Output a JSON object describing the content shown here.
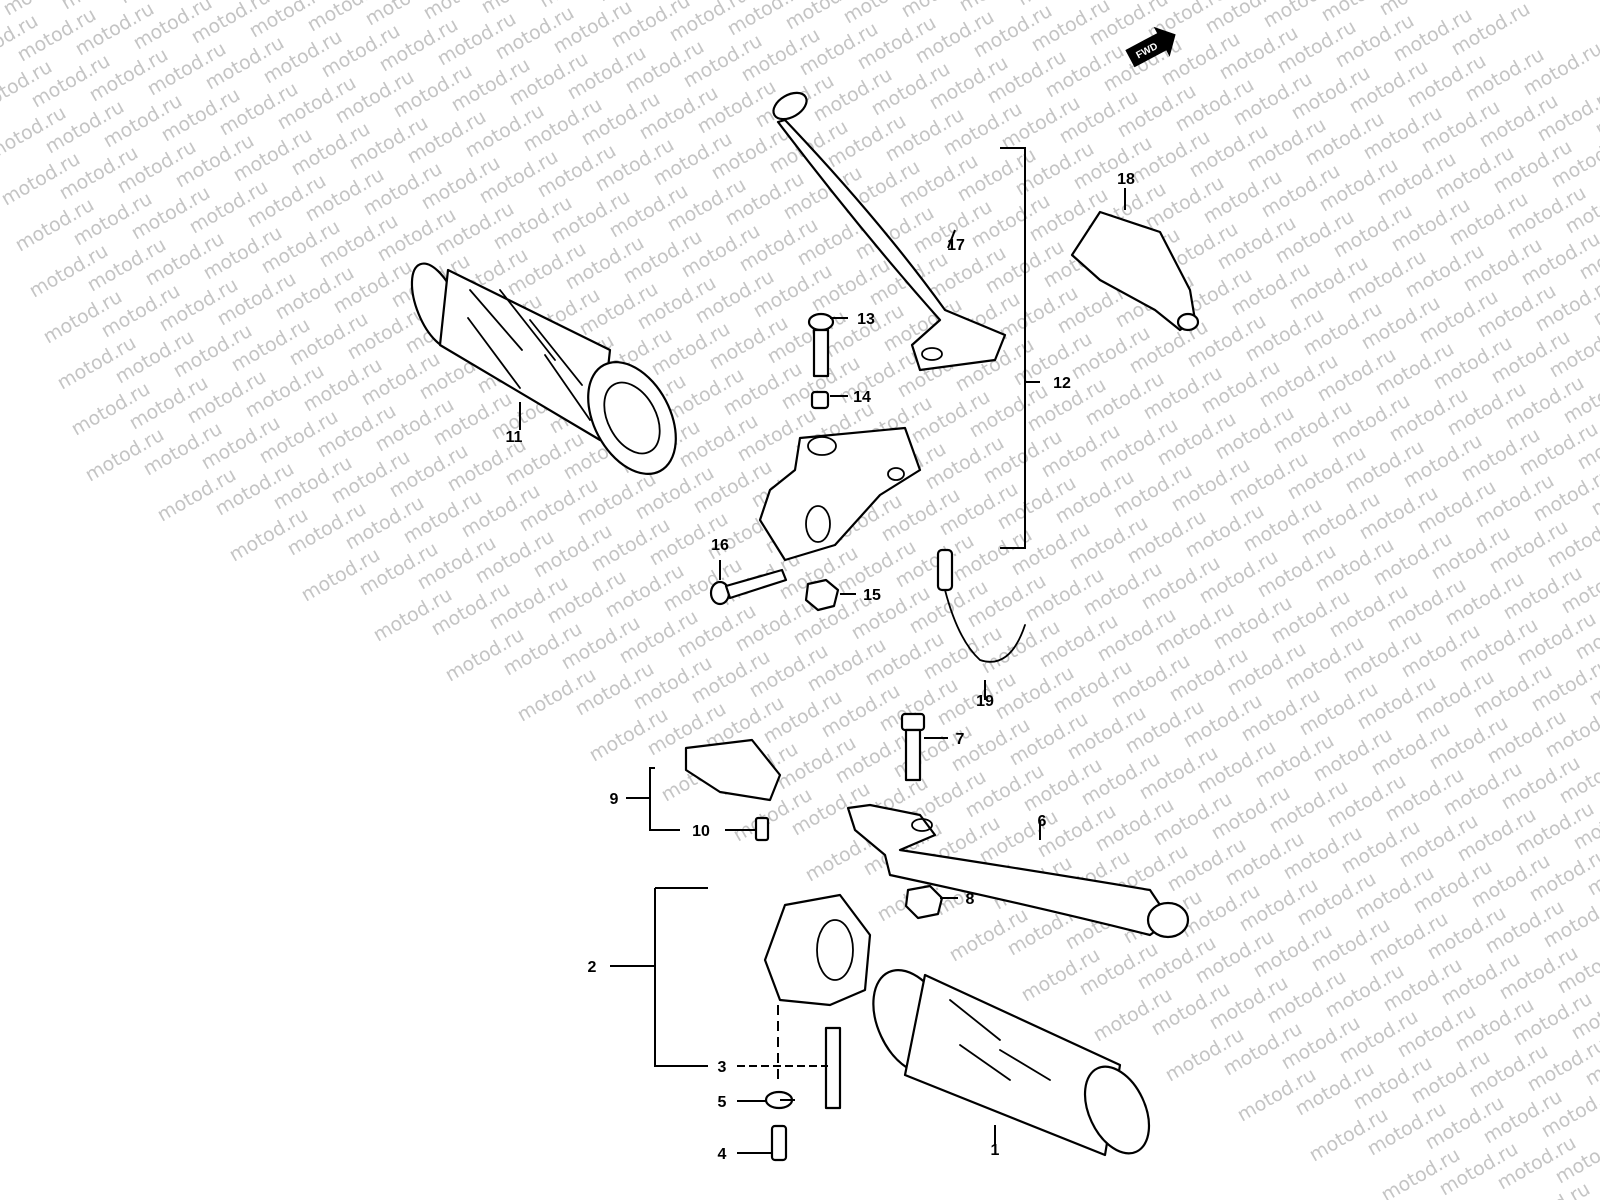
{
  "watermark": {
    "text": "motod.ru"
  },
  "direction_badge": {
    "label": "FWD"
  },
  "callouts": [
    {
      "id": "1",
      "label": "1"
    },
    {
      "id": "2",
      "label": "2"
    },
    {
      "id": "3",
      "label": "3"
    },
    {
      "id": "4",
      "label": "4"
    },
    {
      "id": "5",
      "label": "5"
    },
    {
      "id": "6",
      "label": "6"
    },
    {
      "id": "7",
      "label": "7"
    },
    {
      "id": "8",
      "label": "8"
    },
    {
      "id": "9",
      "label": "9"
    },
    {
      "id": "10",
      "label": "10"
    },
    {
      "id": "11",
      "label": "11"
    },
    {
      "id": "12",
      "label": "12"
    },
    {
      "id": "13",
      "label": "13"
    },
    {
      "id": "14",
      "label": "14"
    },
    {
      "id": "15",
      "label": "15"
    },
    {
      "id": "16",
      "label": "16"
    },
    {
      "id": "17",
      "label": "17"
    },
    {
      "id": "18",
      "label": "18"
    },
    {
      "id": "19",
      "label": "19"
    }
  ]
}
